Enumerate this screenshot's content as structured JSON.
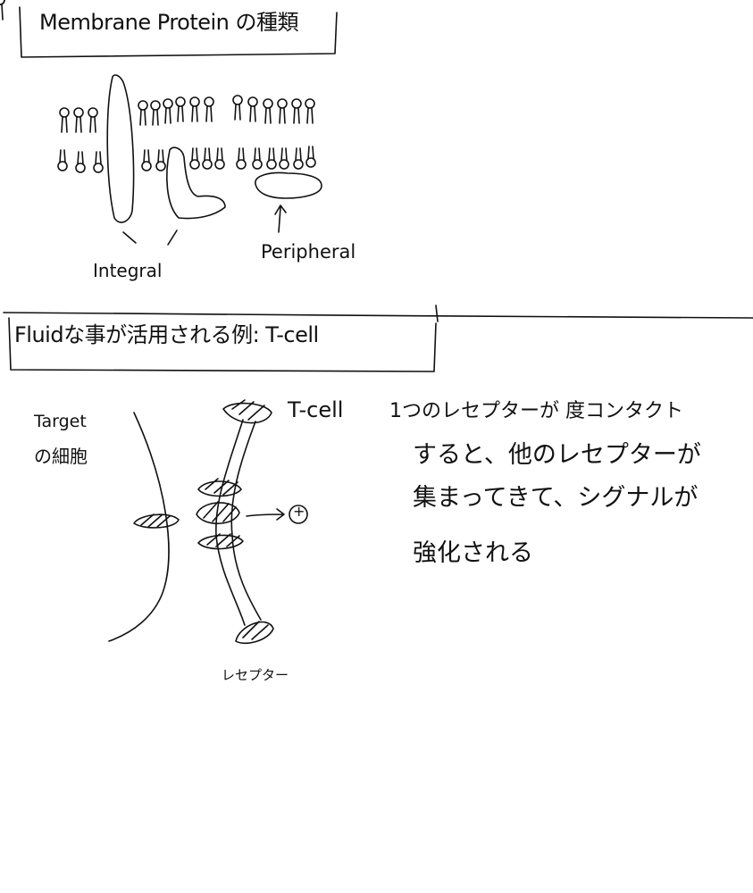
{
  "section1": {
    "title": "Membrane Protein の種類",
    "label_integral": "Integral",
    "label_peripheral": "Peripheral"
  },
  "section2": {
    "title": "Fluidな事が活用される例: T-cell",
    "label_target_line1": "Target",
    "label_target_line2": "の細胞",
    "label_tcell": "T-cell",
    "label_receptor": "レセプター",
    "plus_symbol": "+",
    "note_lines": [
      "1つのレセプターが 度コンタクト",
      "すると、他のレセプターが",
      "集まってきて、シグナルが",
      "強化される"
    ]
  },
  "colors": {
    "ink": "#111111",
    "paper": "#ffffff"
  }
}
